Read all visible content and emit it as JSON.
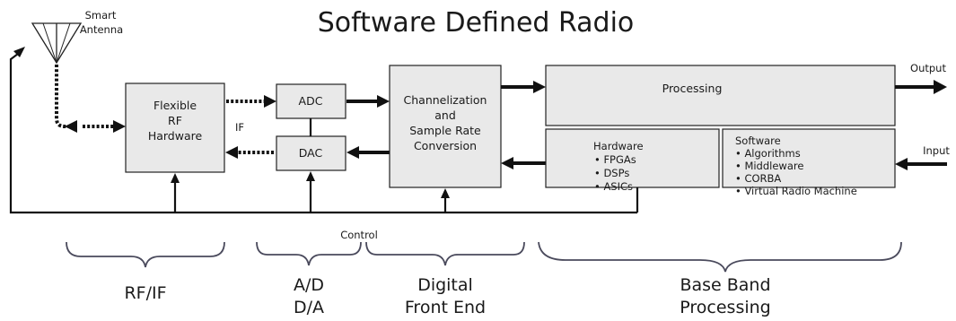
{
  "title": "Software Defined Radio",
  "antenna": {
    "label_line1": "Smart",
    "label_line2": "Antenna"
  },
  "blocks": {
    "rf_hardware": [
      "Flexible",
      "RF",
      "Hardware"
    ],
    "adc": "ADC",
    "dac": "DAC",
    "channelization": [
      "Channelization",
      "and",
      "Sample Rate",
      "Conversion"
    ],
    "processing": "Processing",
    "hardware": {
      "heading": "Hardware",
      "items": [
        "• FPGAs",
        "• DSPs",
        "• ASICs"
      ]
    },
    "software": {
      "heading": "Software",
      "items": [
        "• Algorithms",
        "• Middleware",
        "• CORBA",
        "• Virtual Radio Machine"
      ]
    }
  },
  "signals": {
    "if": "IF",
    "output": "Output",
    "input": "Input",
    "control": "Control"
  },
  "groups": {
    "rf_if": [
      "RF/IF"
    ],
    "ad_da": [
      "A/D",
      "D/A"
    ],
    "digital_front_end": [
      "Digital",
      "Front End"
    ],
    "baseband": [
      "Base Band",
      "Processing"
    ]
  }
}
